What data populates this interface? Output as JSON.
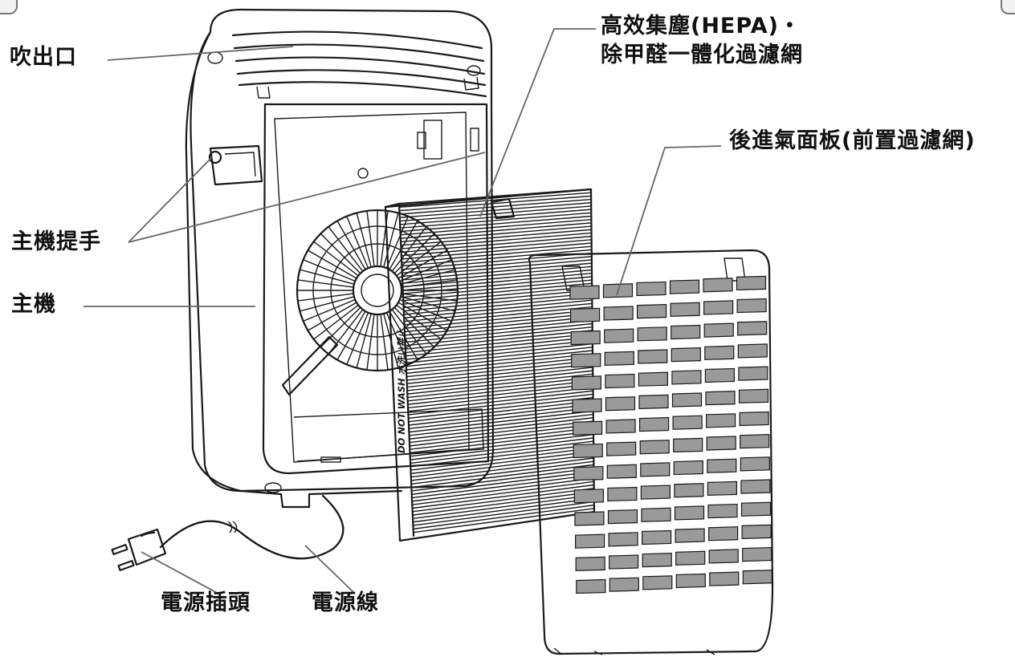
{
  "labels": {
    "outlet": "吹出口",
    "hepa_line1": "高效集塵(HEPA)・",
    "hepa_line2": "除甲醛一體化過濾網",
    "back_panel": "後進氣面板(前置過濾網)",
    "handle": "主機提手",
    "main_unit": "主機",
    "plug": "電源插頭",
    "cord": "電源線"
  },
  "filter_print": {
    "text": "DO NOT WASH  水洗い禁止"
  },
  "colors": {
    "ink": "#1a1a1a",
    "leader": "#666666",
    "slot_fill": "#9a9a9a"
  }
}
